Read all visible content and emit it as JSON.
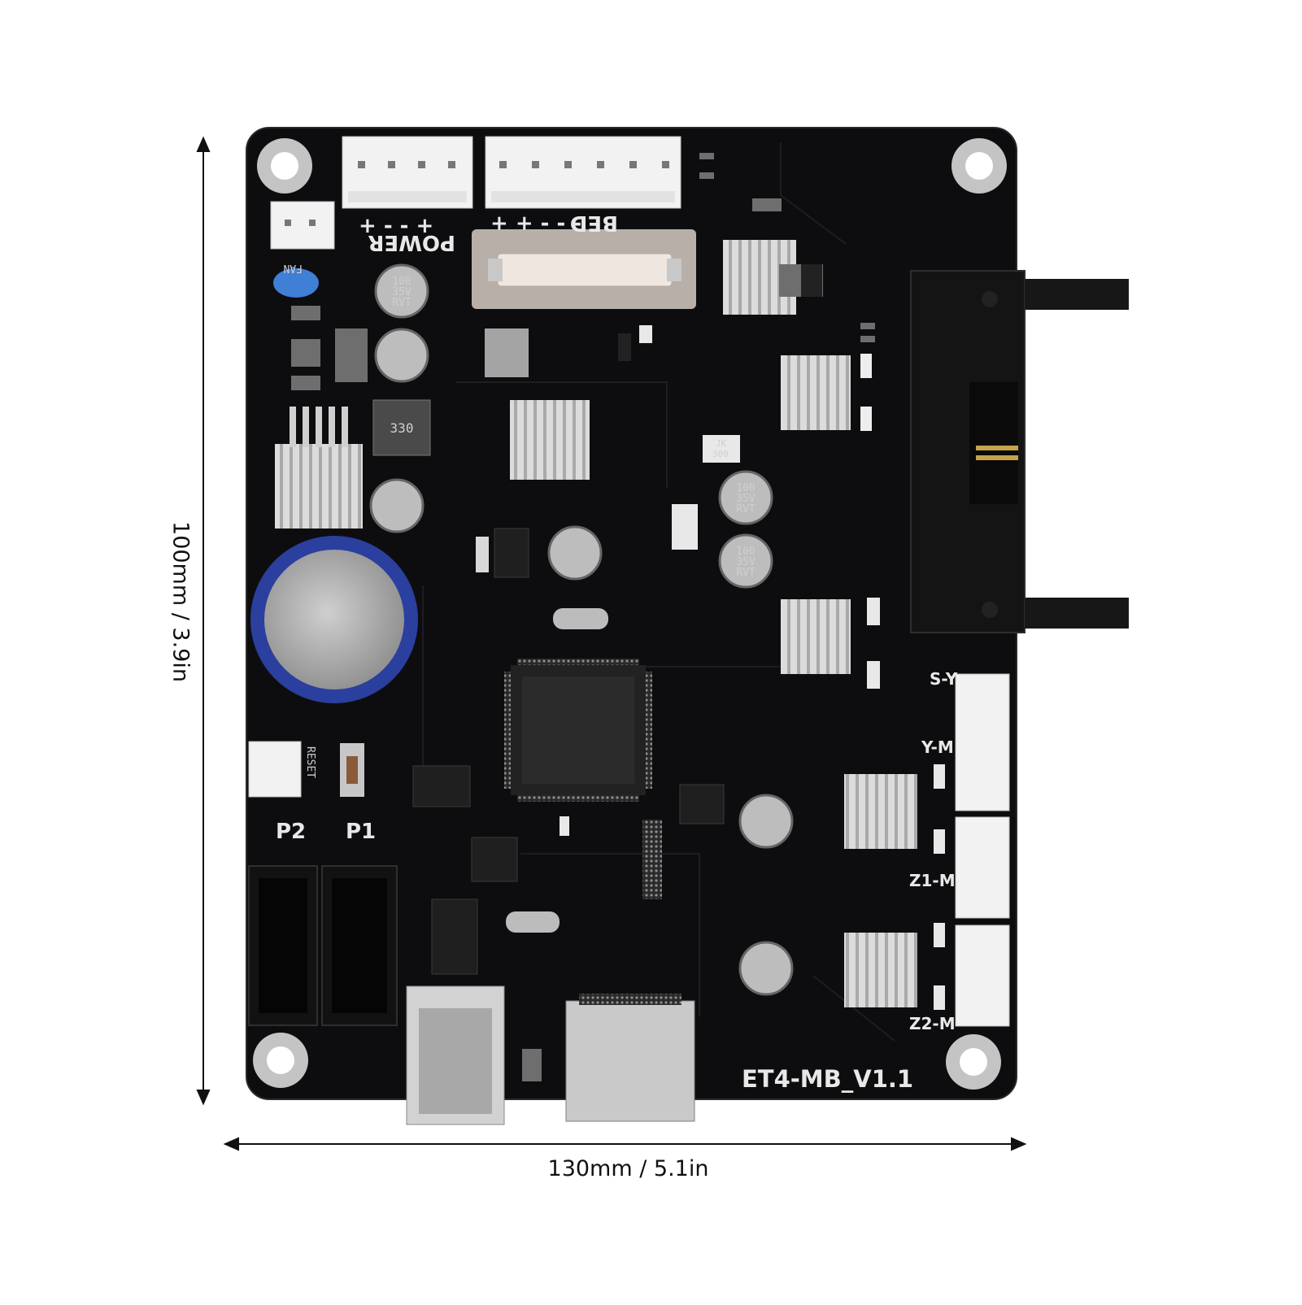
{
  "dimensions": {
    "width_label": "130mm / 5.1in",
    "height_label": "100mm / 3.9in"
  },
  "board": {
    "model_label": "ET4-MB_V1.1",
    "power_label": "POWER",
    "bed_label": "BED",
    "fan_label": "FAN",
    "reset_label": "RESET",
    "port_labels": [
      "P2",
      "P1"
    ],
    "motor_labels": [
      "S-Y",
      "Y-M",
      "Z1-M",
      "Z2-M"
    ],
    "capacitor_marking": [
      "100",
      "35V",
      "RVT"
    ],
    "inductor_marking": "330",
    "fuse_marking": [
      "JK",
      "300"
    ]
  },
  "colors": {
    "pcb": "#0d0d0f",
    "silkscreen": "#e6e6e6",
    "heatsink": "#d9d9d9",
    "connector": "#f2f2f2",
    "bulk_capacitor_sleeve": "#2a3f9e"
  }
}
